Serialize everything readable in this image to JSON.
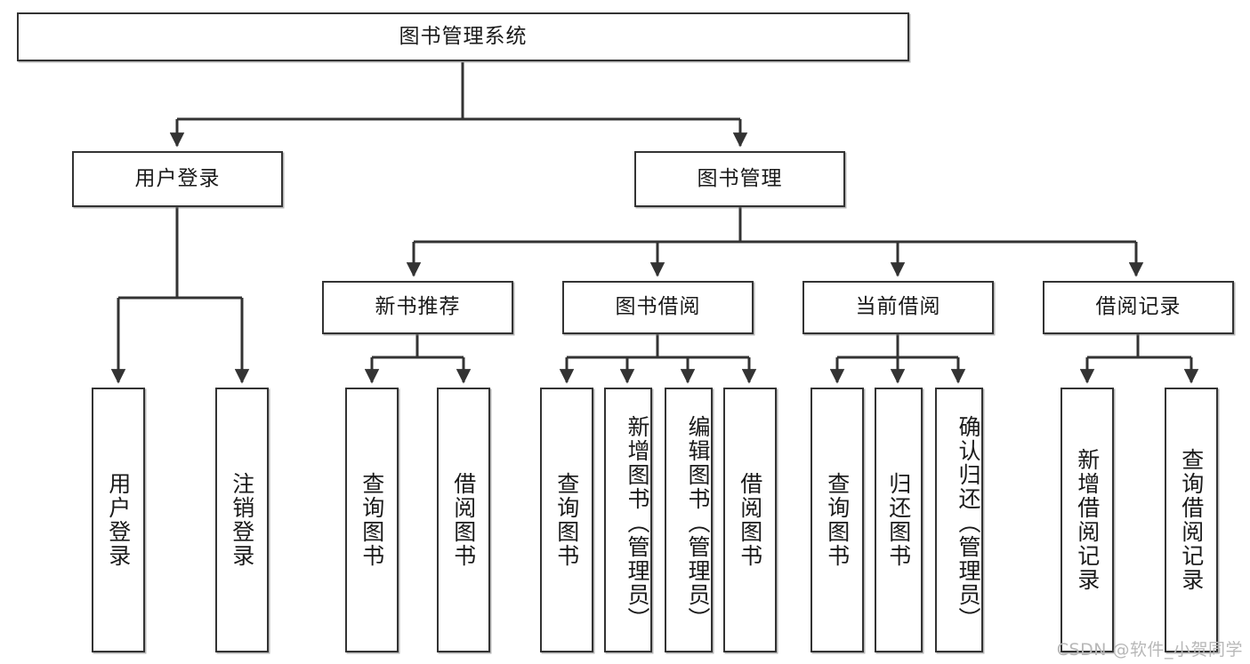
{
  "diagram": {
    "type": "tree",
    "title": "图书管理系统",
    "root": {
      "label": "图书管理系统"
    },
    "level2": [
      {
        "label": "用户登录"
      },
      {
        "label": "图书管理"
      }
    ],
    "level3": [
      {
        "label": "新书推荐"
      },
      {
        "label": "图书借阅"
      },
      {
        "label": "当前借阅"
      },
      {
        "label": "借阅记录"
      }
    ],
    "leaves": [
      {
        "label": "用户登录",
        "parent": "用户登录"
      },
      {
        "label": "注销登录",
        "parent": "用户登录"
      },
      {
        "label": "查询图书",
        "parent": "新书推荐"
      },
      {
        "label": "借阅图书",
        "parent": "新书推荐"
      },
      {
        "label": "查询图书",
        "parent": "图书借阅"
      },
      {
        "label": "新增图书（管理员）",
        "parent": "图书借阅"
      },
      {
        "label": "编辑图书（管理员）",
        "parent": "图书借阅"
      },
      {
        "label": "借阅图书",
        "parent": "图书借阅"
      },
      {
        "label": "查询图书",
        "parent": "当前借阅"
      },
      {
        "label": "归还图书",
        "parent": "当前借阅"
      },
      {
        "label": "确认归还（管理员）",
        "parent": "当前借阅"
      },
      {
        "label": "新增借阅记录",
        "parent": "借阅记录"
      },
      {
        "label": "查询借阅记录",
        "parent": "借阅记录"
      }
    ]
  },
  "watermark": {
    "text": "CSDN @软件_小贺同学"
  },
  "colors": {
    "stroke": "#333333",
    "background": "#ffffff",
    "text": "#1a1a1a",
    "watermark": "#b8b8b8"
  }
}
